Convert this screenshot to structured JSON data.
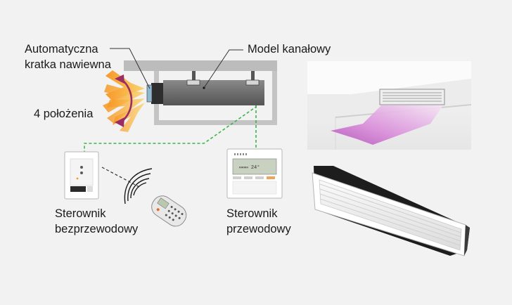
{
  "labels": {
    "auto_grille_line1": "Automatyczna",
    "auto_grille_line2": "kratka nawiewna",
    "duct_model": "Model kanałowy",
    "positions": "4 położenia",
    "wireless_line1": "Sterownik",
    "wireless_line2": "bezprzewodowy",
    "wired_line1": "Sterownik",
    "wired_line2": "przewodowy"
  },
  "colors": {
    "background": "#f2f2f2",
    "wire_dashed": "#39b54a",
    "arrow_orange": "#f7931e",
    "arrow_curve": "#9b2d62",
    "airflow_purple": "#c56fc8",
    "duct_unit": "#6e6e6e",
    "ceiling_gray": "#bcbcbc"
  },
  "icons": {
    "remote": "ir-remote-icon",
    "signal": "infrared-signal-icon",
    "wired_panel": "wired-controller-icon",
    "receiver": "wireless-receiver-icon",
    "grille": "supply-grille-icon"
  }
}
